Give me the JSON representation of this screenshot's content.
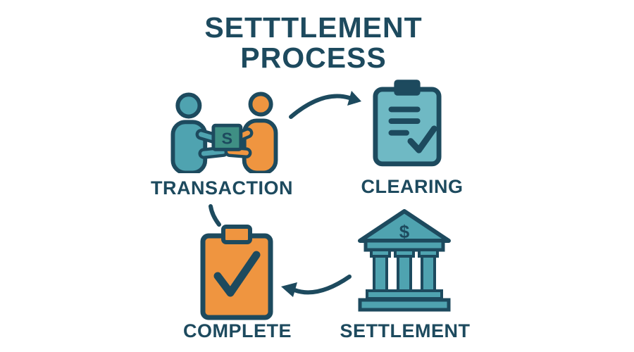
{
  "diagram": {
    "title_line1": "SETTTLEMENT",
    "title_line2": "PROCESS",
    "steps": [
      {
        "id": "transaction",
        "label": "TRANSACTION",
        "icon": "people-exchange-icon"
      },
      {
        "id": "clearing",
        "label": "CLEARING",
        "icon": "clipboard-document-icon"
      },
      {
        "id": "settlement",
        "label": "SETTLEMENT",
        "icon": "bank-icon"
      },
      {
        "id": "complete",
        "label": "COMPLETE",
        "icon": "clipboard-check-icon"
      }
    ],
    "glyphs": {
      "box_letter": "S",
      "bank_symbol": "$"
    },
    "colors": {
      "ink": "#1d4a5e",
      "teal": "#4fa3b0",
      "teal_light": "#6fb9c4",
      "green": "#3f8f84",
      "orange": "#ef9540",
      "background": "#ffffff"
    }
  }
}
